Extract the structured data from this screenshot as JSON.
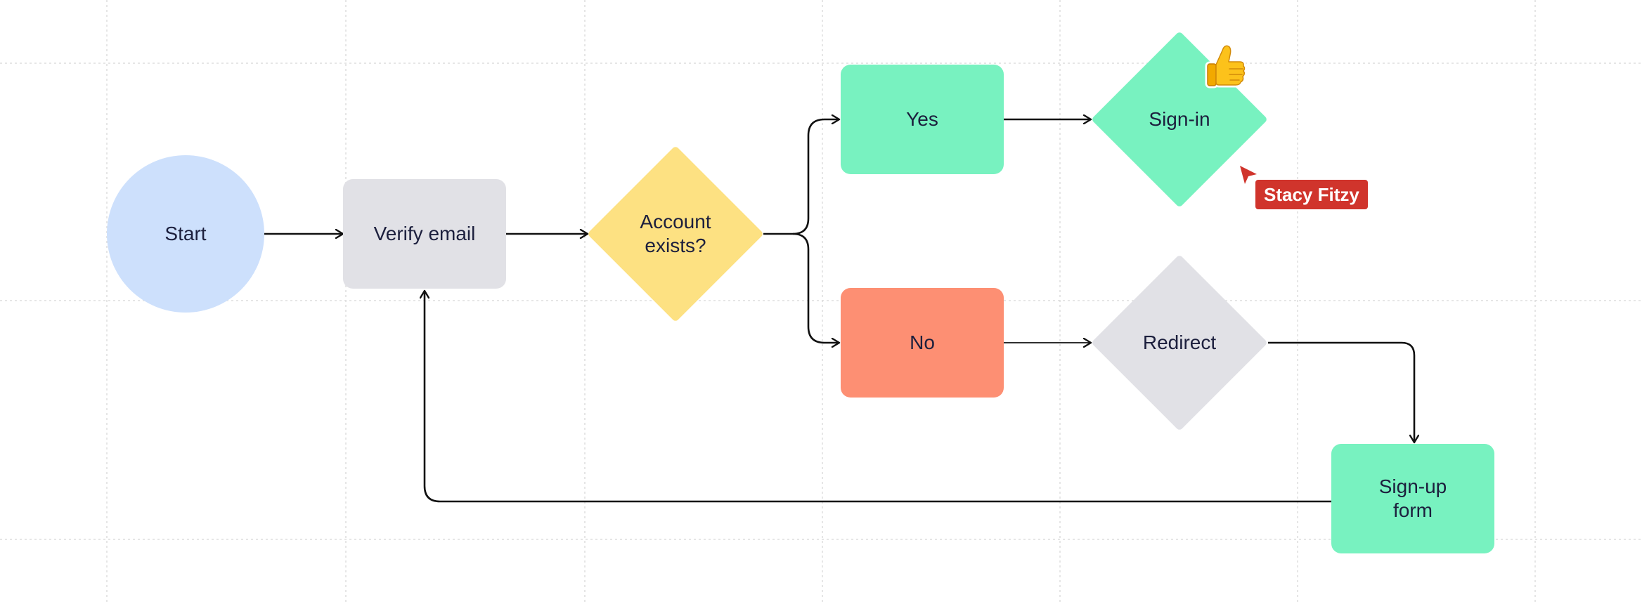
{
  "diagram": {
    "nodes": {
      "start": {
        "label": "Start",
        "shape": "circle",
        "color": "#cde0fc"
      },
      "verify_email": {
        "label": "Verify email",
        "shape": "rounded-rect",
        "color": "#e1e1e6"
      },
      "account_exists": {
        "label": "Account\nexists?",
        "shape": "diamond",
        "color": "#fde182"
      },
      "yes": {
        "label": "Yes",
        "shape": "rounded-rect",
        "color": "#78f2c0"
      },
      "no": {
        "label": "No",
        "shape": "rounded-rect",
        "color": "#fd8f73"
      },
      "sign_in": {
        "label": "Sign-in",
        "shape": "diamond",
        "color": "#78f2c0"
      },
      "redirect": {
        "label": "Redirect",
        "shape": "diamond",
        "color": "#e1e1e6"
      },
      "signup_form": {
        "label": "Sign-up\nform",
        "shape": "rounded-rect",
        "color": "#78f2c0"
      }
    },
    "edges": [
      {
        "from": "Start",
        "to": "Verify email"
      },
      {
        "from": "Verify email",
        "to": "Account exists?"
      },
      {
        "from": "Account exists?",
        "to": "Yes"
      },
      {
        "from": "Account exists?",
        "to": "No"
      },
      {
        "from": "Yes",
        "to": "Sign-in"
      },
      {
        "from": "No",
        "to": "Redirect"
      },
      {
        "from": "Redirect",
        "to": "Sign-up form"
      },
      {
        "from": "Sign-up form",
        "to": "Verify email"
      }
    ],
    "edge_color": "#111111"
  },
  "reaction": {
    "icon": "thumbs-up-icon",
    "attached_to": "Sign-in"
  },
  "collaborator_cursor": {
    "name": "Stacy Fitzy",
    "color": "#d0342c"
  },
  "canvas": {
    "background": "#ffffff",
    "grid_line_color": "#dedede"
  }
}
